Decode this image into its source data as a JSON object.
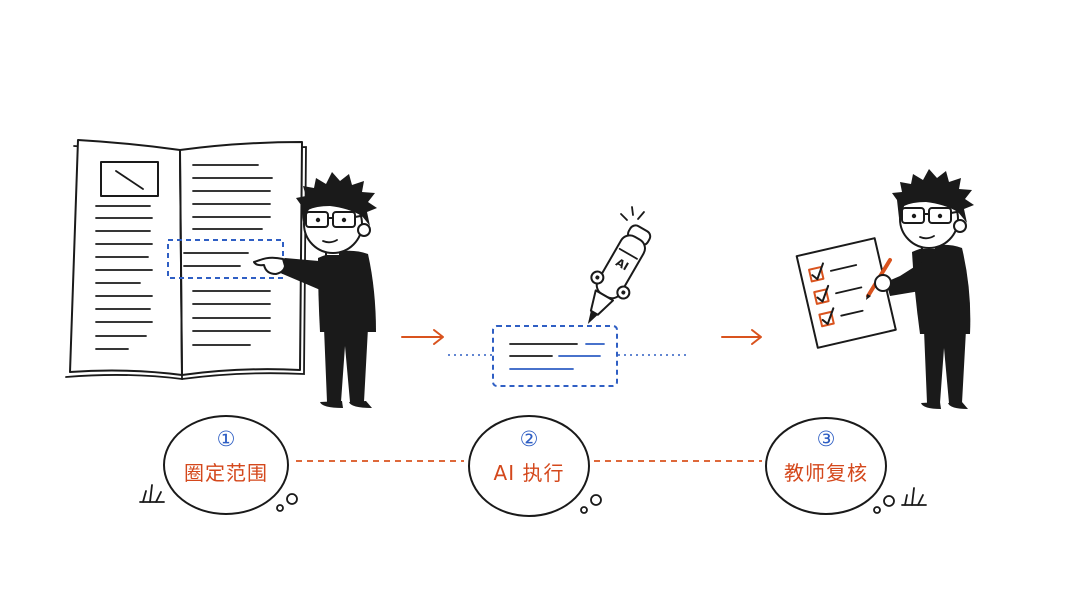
{
  "steps": [
    {
      "number": "①",
      "label": "圈定范围"
    },
    {
      "number": "②",
      "label": "AI 执行"
    },
    {
      "number": "③",
      "label": "教师复核"
    }
  ],
  "pen_label": "AI",
  "colors": {
    "ink": "#1a1a1a",
    "accent_orange": "#d9531e",
    "label_orange": "#d4481c",
    "highlight_blue": "#2f5fc4",
    "background": "#ffffff"
  },
  "icons": [
    "open-book-icon",
    "teacher-pointing-figure",
    "ai-robot-pen-icon",
    "checklist-paper-icon",
    "teacher-reviewing-figure"
  ]
}
